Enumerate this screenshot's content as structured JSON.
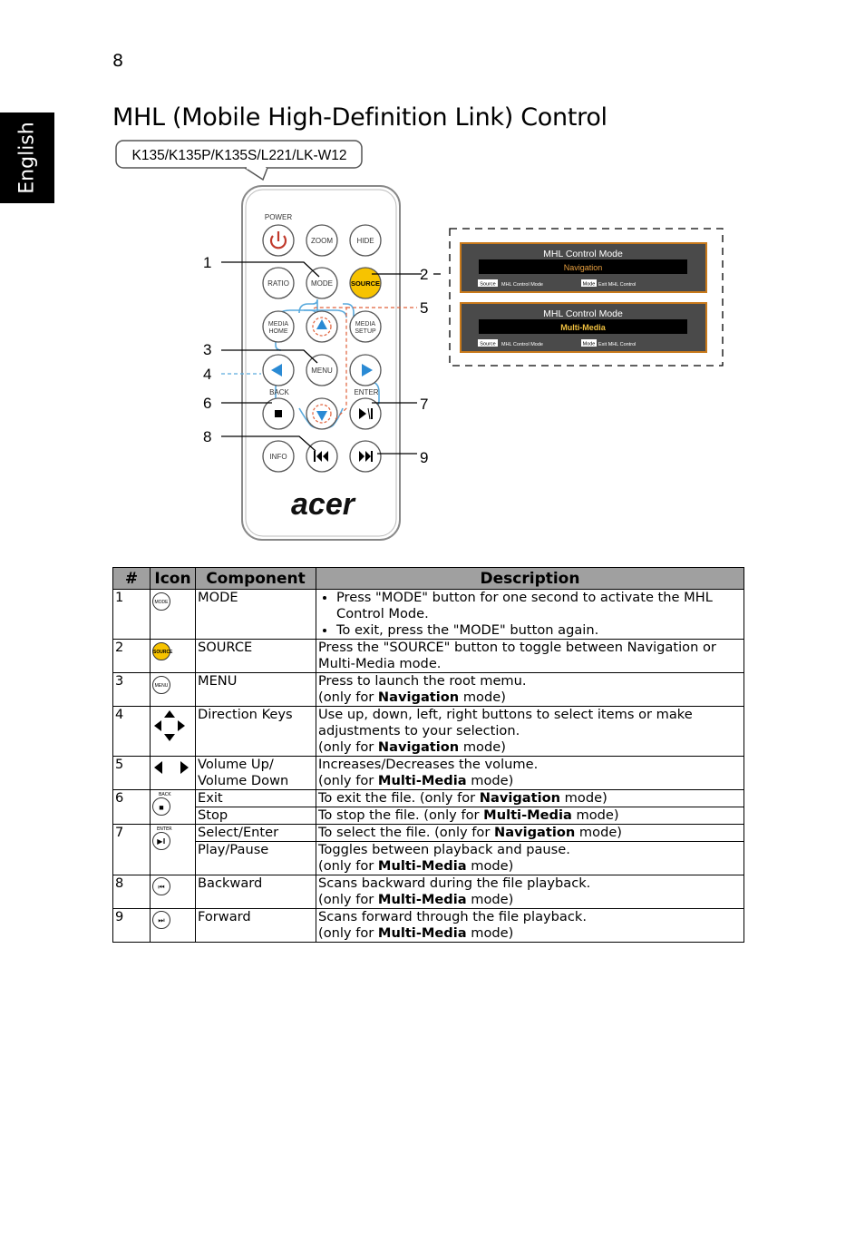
{
  "page_number": "8",
  "side_tab": "English",
  "title": "MHL (Mobile High-Definition Link) Control",
  "diagram": {
    "model_label": "K135/K135P/K135S/L221/LK-W12",
    "remote_buttons": {
      "power": "POWER",
      "zoom": "ZOOM",
      "hide": "HIDE",
      "ratio": "RATIO",
      "mode": "MODE",
      "source": "SOURCE",
      "media_home_1": "MEDIA",
      "media_home_2": "HOME",
      "media_setup_1": "MEDIA",
      "media_setup_2": "SETUP",
      "menu": "MENU",
      "back": "BACK",
      "enter": "ENTER",
      "info": "INFO"
    },
    "brand": "acer",
    "callouts": [
      "1",
      "2",
      "3",
      "4",
      "5",
      "6",
      "7",
      "8",
      "9"
    ],
    "osd": [
      {
        "title": "MHL Control Mode",
        "value": "Navigation",
        "footer_key1": "Source",
        "footer_text1": "MHL Control Mode",
        "footer_key2": "Mode",
        "footer_text2": "Exit MHL Control"
      },
      {
        "title": "MHL Control Mode",
        "value": "Multi-Media",
        "footer_key1": "Source",
        "footer_text1": "MHL Control Mode",
        "footer_key2": "Mode",
        "footer_text2": "Exit MHL Control"
      }
    ]
  },
  "table": {
    "headers": [
      "#",
      "Icon",
      "Component",
      "Description"
    ],
    "icon_labels": {
      "mode": "MODE",
      "source": "SOURCE",
      "menu": "MENU",
      "back": "BACK",
      "enter": "ENTER"
    },
    "rows": {
      "r1": {
        "num": "1",
        "component": "MODE",
        "bullet1": "Press \"MODE\" button for one second to activate the MHL Control Mode.",
        "bullet2": "To exit, press the \"MODE\" button again."
      },
      "r2": {
        "num": "2",
        "component": "SOURCE",
        "desc": "Press the \"SOURCE\" button to toggle between Navigation or Multi-Media mode."
      },
      "r3": {
        "num": "3",
        "component": "MENU",
        "desc": "Press to launch the root memu."
      },
      "r4": {
        "num": "4",
        "component": "Direction Keys",
        "desc": "Use up, down, left, right buttons to select items or make adjustments to your selection."
      },
      "r5": {
        "num": "5",
        "component1": "Volume Up/",
        "component2": "Volume Down",
        "desc": "Increases/Decreases the volume."
      },
      "r6": {
        "num": "6",
        "component_a": "Exit",
        "desc_a": "To exit the file. (only for ",
        "component_b": "Stop",
        "desc_b": "To stop the file. (only for "
      },
      "r7": {
        "num": "7",
        "component_a": "Select/Enter",
        "desc_a": "To select the file. (only for ",
        "component_b": "Play/Pause",
        "desc_b": "Toggles between playback and pause."
      },
      "r8": {
        "num": "8",
        "component": "Backward",
        "desc": "Scans backward during the file playback."
      },
      "r9": {
        "num": "9",
        "component": "Forward",
        "desc": "Scans forward through the file playback."
      }
    },
    "only_for": "(only for ",
    "mode_suffix": " mode)",
    "navigation": "Navigation",
    "multimedia": "Multi-Media"
  }
}
